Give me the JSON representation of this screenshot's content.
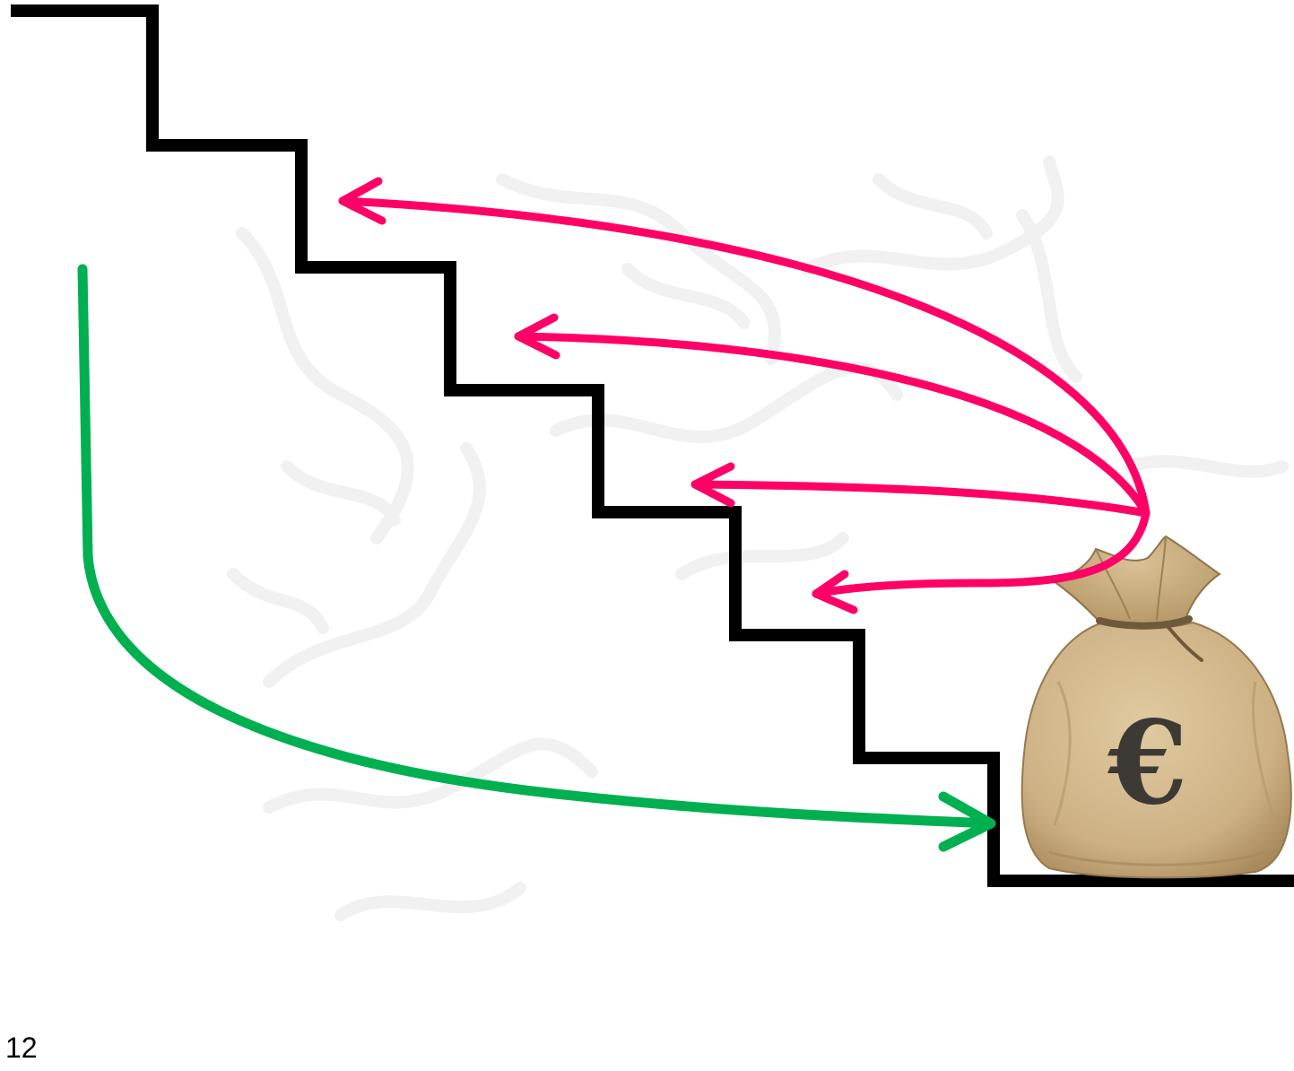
{
  "slide": {
    "page_number": "12"
  },
  "bag": {
    "symbol": "€",
    "icon": "money-bag-euro-icon"
  },
  "colors": {
    "staircase": "#000000",
    "arrow_red": "#ff0066",
    "arrow_green": "#00b050",
    "bag_fill": "#d3b98c",
    "bag_shadow": "#a8895a",
    "bag_rope": "#6e5a3a",
    "euro": "#3d3a36",
    "watermark": "#e6e6e6"
  },
  "diagram": {
    "staircase_steps": 6,
    "red_arrows": 4,
    "green_arrows": 1
  }
}
